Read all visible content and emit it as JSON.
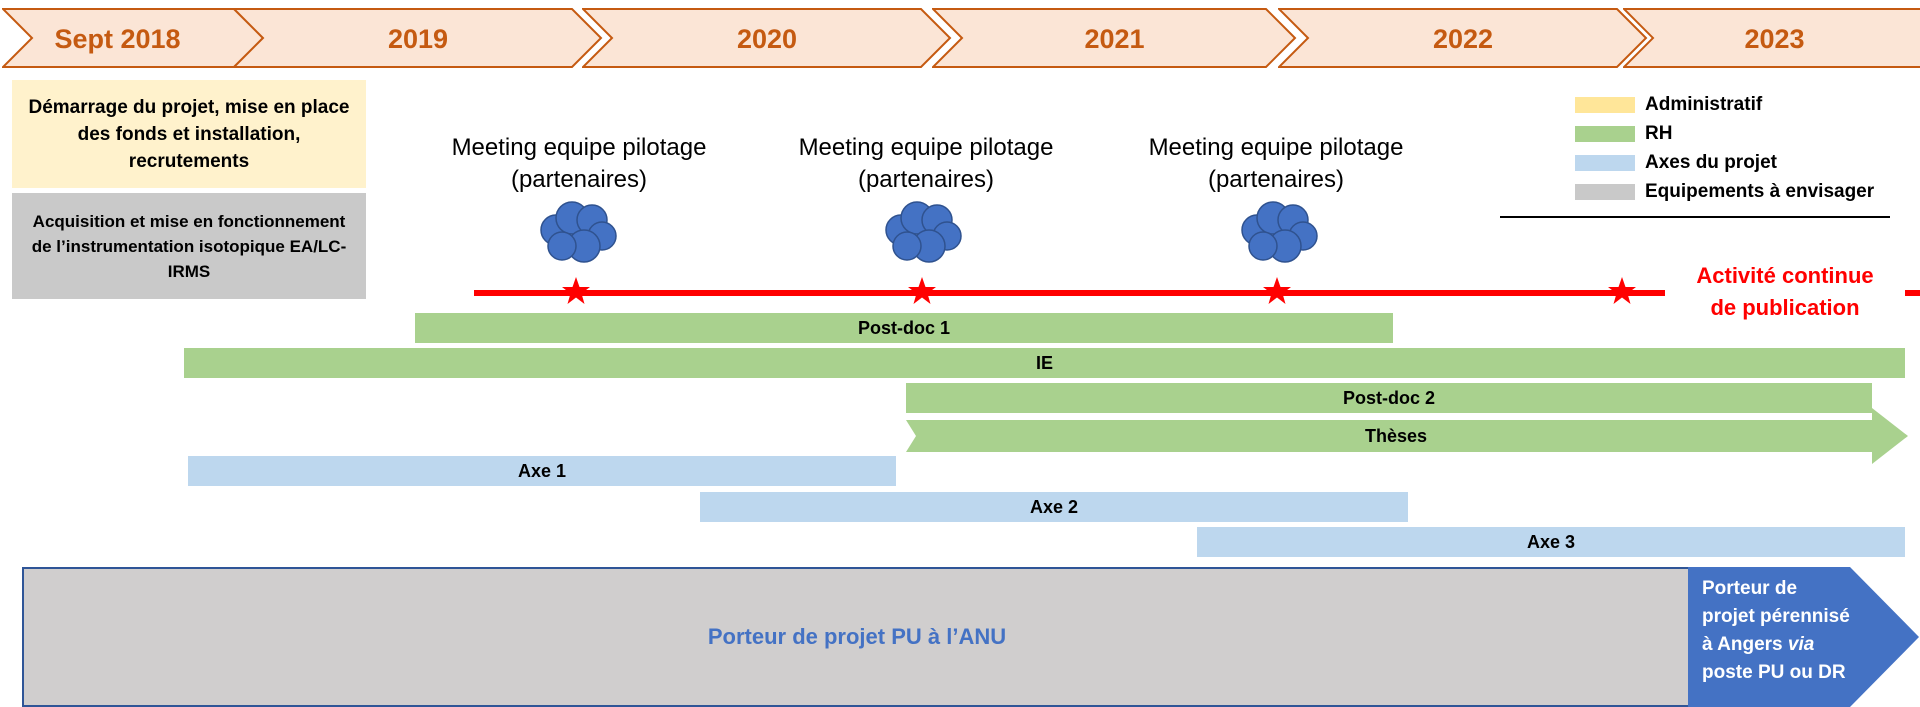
{
  "timeline": {
    "years": [
      "Sept 2018",
      "2019",
      "2020",
      "2021",
      "2022",
      "2023"
    ]
  },
  "boxes": {
    "admin_text": "Démarrage du projet, mise en place des fonds et installation, recrutements",
    "equip_text": "Acquisition et mise en fonctionnement de l’instrumentation isotopique EA/LC-IRMS"
  },
  "meetings": [
    {
      "line1": "Meeting equipe pilotage",
      "line2": "(partenaires)"
    },
    {
      "line1": "Meeting equipe pilotage",
      "line2": "(partenaires)"
    },
    {
      "line1": "Meeting equipe pilotage",
      "line2": "(partenaires)"
    }
  ],
  "publication": {
    "line1": "Activité continue",
    "line2": "de publication"
  },
  "bars": {
    "postdoc1": "Post-doc 1",
    "ie": "IE",
    "postdoc2": "Post-doc 2",
    "theses": "Thèses",
    "axe1": "Axe 1",
    "axe2": "Axe 2",
    "axe3": "Axe 3"
  },
  "legend": [
    {
      "label": "Administratif",
      "color": "#ffe699"
    },
    {
      "label": "RH",
      "color": "#a9d18e"
    },
    {
      "label": "Axes du projet",
      "color": "#bdd7ee"
    },
    {
      "label": "Equipements à envisager",
      "color": "#c9c9c9"
    }
  ],
  "bottom": {
    "left_label": "Porteur de projet PU à l’ANU",
    "right_line1": "Porteur de",
    "right_line2": "projet pérennisé",
    "right_line3_pre": "à Angers ",
    "right_line3_em": "via",
    "right_line4": "poste PU ou DR"
  },
  "colors": {
    "chevron_fill": "#fbe5d6",
    "chevron_stroke": "#c55a11",
    "publication_red": "#ff0000",
    "cloud_blue": "#4472c4",
    "bottom_gray": "#d0cece",
    "bottom_blue": "#4472c4"
  }
}
